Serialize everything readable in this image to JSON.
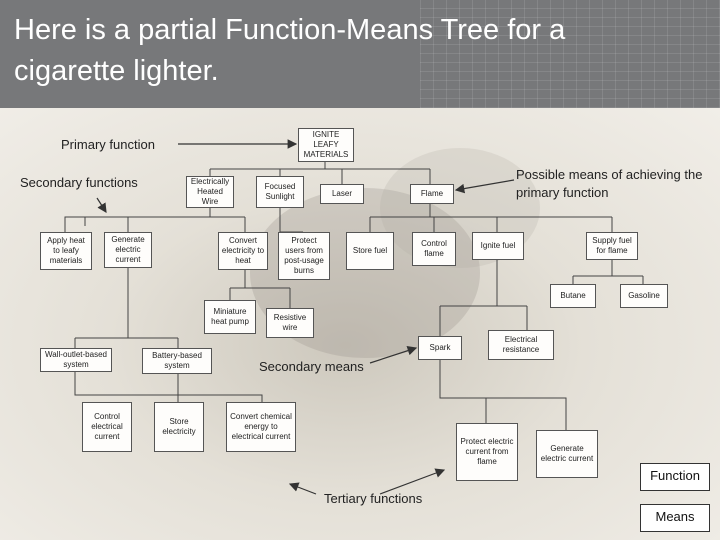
{
  "slide": {
    "title": "Here is a partial Function-Means Tree for a cigarette lighter."
  },
  "labels": {
    "primary_function": "Primary function",
    "secondary_functions": "Secondary functions",
    "possible_means": "Possible means of achieving the primary function",
    "secondary_means": "Secondary means",
    "tertiary_functions": "Tertiary functions"
  },
  "legend": {
    "function": "Function",
    "means": "Means"
  },
  "nodes": {
    "root": "IGNITE LEAFY MATERIALS",
    "electrically_heated_wire": "Electrically Heated Wire",
    "focused_sunlight": "Focused Sunlight",
    "laser": "Laser",
    "flame": "Flame",
    "apply_heat": "Apply heat to leafy materials",
    "generate_electric_current": "Generate electric current",
    "convert_electricity": "Convert electricity to heat",
    "protect_users": "Protect users from post-usage burns",
    "store_fuel": "Store fuel",
    "control_flame": "Control flame",
    "ignite_fuel": "Ignite fuel",
    "supply_fuel": "Supply fuel for flame",
    "butane": "Butane",
    "gasoline": "Gasoline",
    "miniature_heat_pump": "Miniature heat pump",
    "resistive_wire": "Resistive wire",
    "spark": "Spark",
    "electrical_resistance": "Electrical resistance",
    "wall_outlet": "Wall-outlet-based system",
    "battery_based": "Battery-based system",
    "control_current": "Control electrical current",
    "store_electricity": "Store electricity",
    "convert_chemical": "Convert chemical energy to electrical current",
    "protect_current": "Protect electric current from flame",
    "generate_current2": "Generate electric current"
  }
}
